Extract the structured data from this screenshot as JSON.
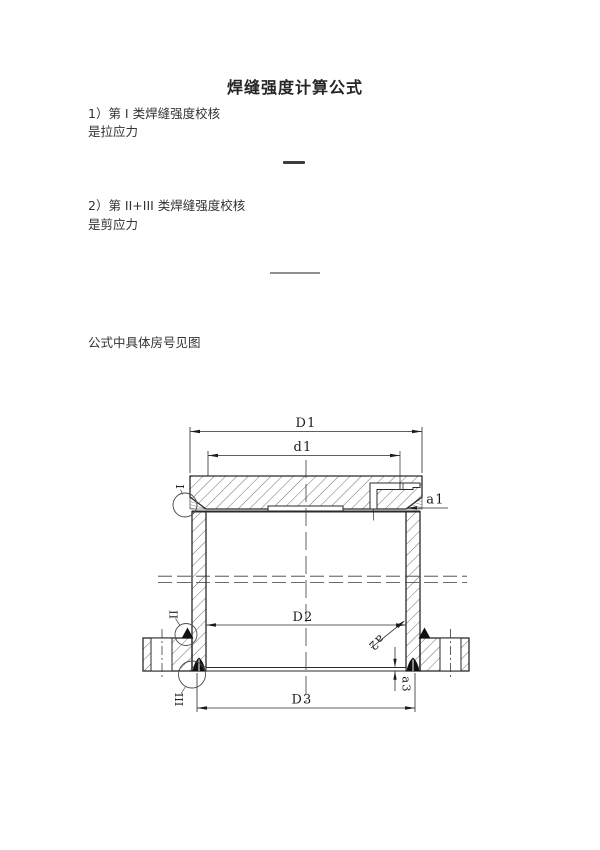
{
  "document": {
    "title": "焊缝强度计算公式",
    "sections": [
      {
        "label": "1）第 I 类焊缝强度校核",
        "sub": "是拉应力"
      },
      {
        "label": "2）第 II+III 类焊缝强度校核",
        "sub": "是剪应力"
      }
    ],
    "note": "公式中具体房号见图"
  },
  "drawing": {
    "dim_labels": {
      "D1": "D1",
      "d1": "d1",
      "a1": "a1",
      "D2": "D2",
      "a2": "a2",
      "a3": "a3",
      "D3": "D3"
    },
    "weld_labels": {
      "I": "I",
      "II": "II",
      "III": "III"
    },
    "line_color": "#2a2a2a"
  }
}
